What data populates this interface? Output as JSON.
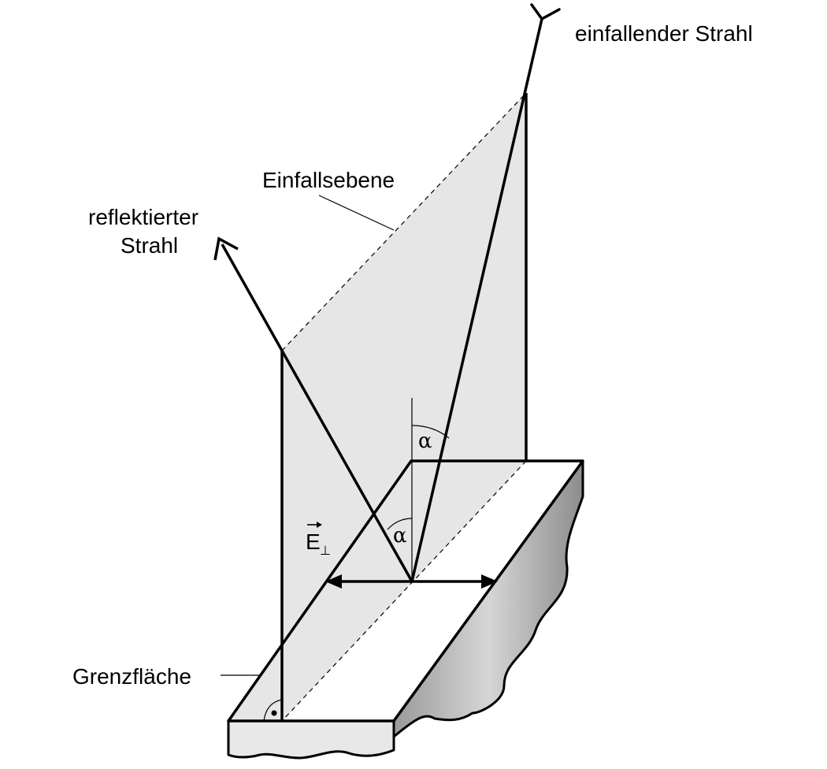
{
  "labels": {
    "incident_ray": "einfallender Strahl",
    "plane_of_incidence": "Einfallsebene",
    "reflected_ray_line1": "reflektierter",
    "reflected_ray_line2": "Strahl",
    "interface": "Grenzfläche",
    "angle_symbol": "α",
    "field_symbol": "E",
    "field_subscript": "⊥"
  },
  "colors": {
    "plane_fill": "#e6e6e6",
    "slab_top": "#ffffff",
    "slab_front": "#e8e8e8",
    "slab_side": "#c4c4c4",
    "stroke": "#000000"
  }
}
